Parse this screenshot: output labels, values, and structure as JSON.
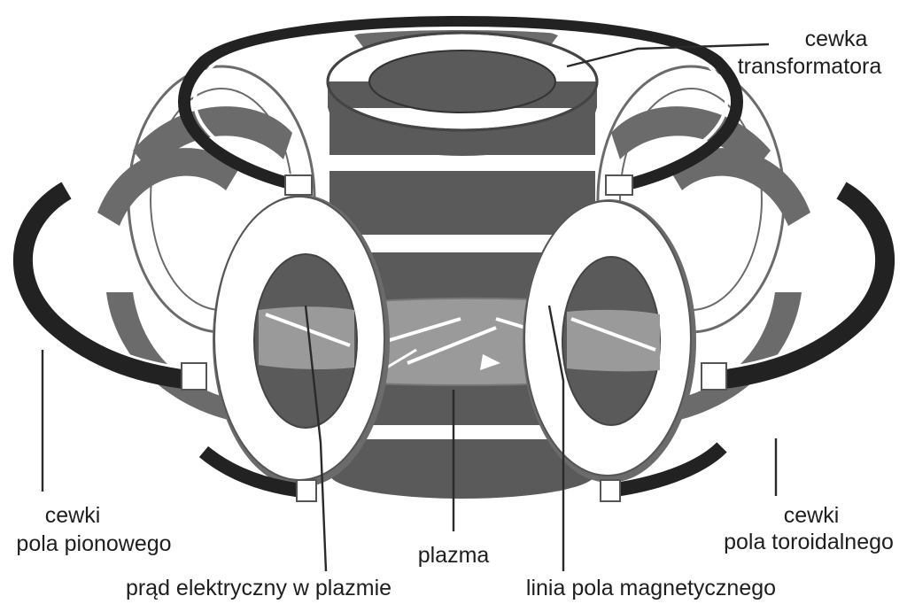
{
  "diagram": {
    "labels": {
      "transformer_coil": [
        "cewka",
        "transformatora"
      ],
      "vertical_field_coils": [
        "cewki",
        "pola pionowego"
      ],
      "toroidal_field_coils": [
        "cewki",
        "pola toroidalnego"
      ],
      "plasma": "plazma",
      "plasma_current": "prąd elektryczny w plazmie",
      "magnetic_field_line": "linia pola magnetycznego"
    },
    "colors": {
      "coil_light": "#ffffff",
      "coil_dark": "#6b6b6b",
      "coil_black": "#222222",
      "plasma": "#9a9a9a",
      "core_dark": "#5a5a5a"
    }
  }
}
